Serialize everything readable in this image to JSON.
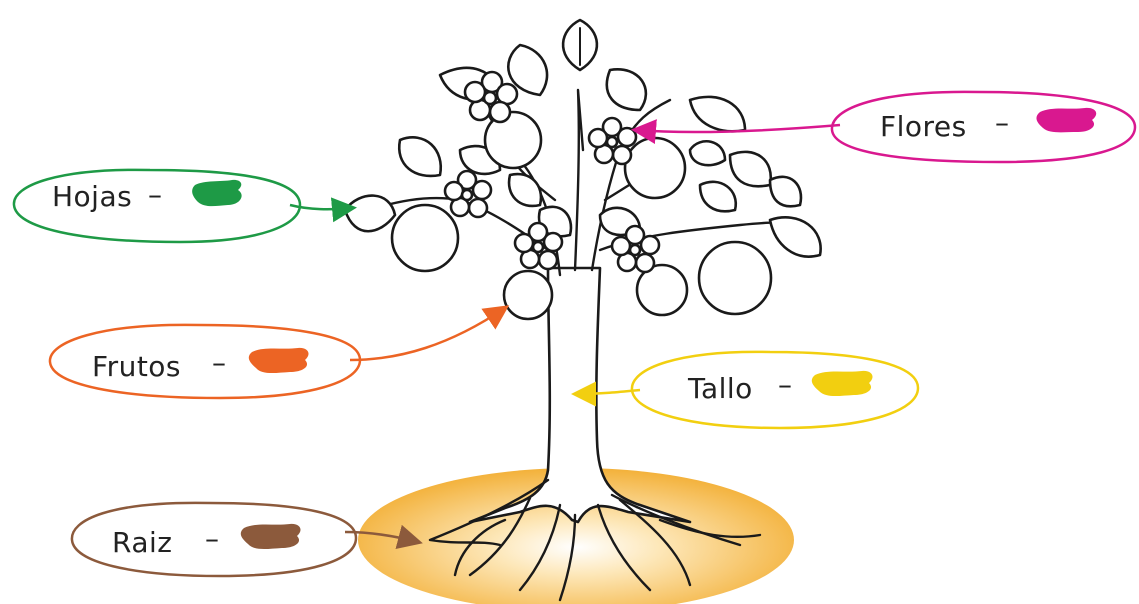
{
  "labels": {
    "hojas": {
      "text": "Hojas",
      "dash": "–",
      "color": "#1e9a46"
    },
    "flores": {
      "text": "Flores",
      "dash": "–",
      "color": "#d9188f"
    },
    "frutos": {
      "text": "Frutos",
      "dash": "–",
      "color": "#ec6424"
    },
    "tallo": {
      "text": "Tallo",
      "dash": "–",
      "color": "#f2cf10"
    },
    "raiz": {
      "text": "Raiz",
      "dash": "–",
      "color": "#8c5a3c"
    }
  },
  "ground_color": "#f3b13a",
  "icons": {
    "tree": "tree-drawing",
    "swatch": "paint-swatch",
    "arrow": "pointer-arrow"
  }
}
